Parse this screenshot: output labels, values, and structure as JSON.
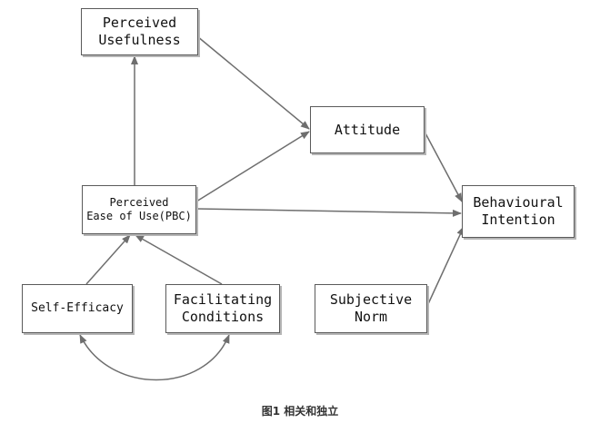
{
  "nodes": {
    "perceived_usefulness": "Perceived\nUsefulness",
    "attitude": "Attitude",
    "perceived_ease_of_use": "Perceived\nEase of Use(PBC)",
    "behavioural_intention": "Behavioural\nIntention",
    "self_efficacy": "Self-Efficacy",
    "facilitating_conditions": "Facilitating\nConditions",
    "subjective_norm": "Subjective\nNorm"
  },
  "edges": [
    {
      "from": "perceived_ease_of_use",
      "to": "perceived_usefulness"
    },
    {
      "from": "perceived_usefulness",
      "to": "attitude"
    },
    {
      "from": "perceived_ease_of_use",
      "to": "attitude"
    },
    {
      "from": "perceived_ease_of_use",
      "to": "behavioural_intention"
    },
    {
      "from": "attitude",
      "to": "behavioural_intention"
    },
    {
      "from": "subjective_norm",
      "to": "behavioural_intention"
    },
    {
      "from": "self_efficacy",
      "to": "perceived_ease_of_use"
    },
    {
      "from": "facilitating_conditions",
      "to": "perceived_ease_of_use"
    },
    {
      "from": "self_efficacy",
      "to": "facilitating_conditions",
      "style": "curved-bidirectional"
    }
  ],
  "caption": "图1 相关和独立",
  "colors": {
    "border": "#5a5a5a",
    "arrow": "#6e6e6e",
    "text": "#111111"
  }
}
